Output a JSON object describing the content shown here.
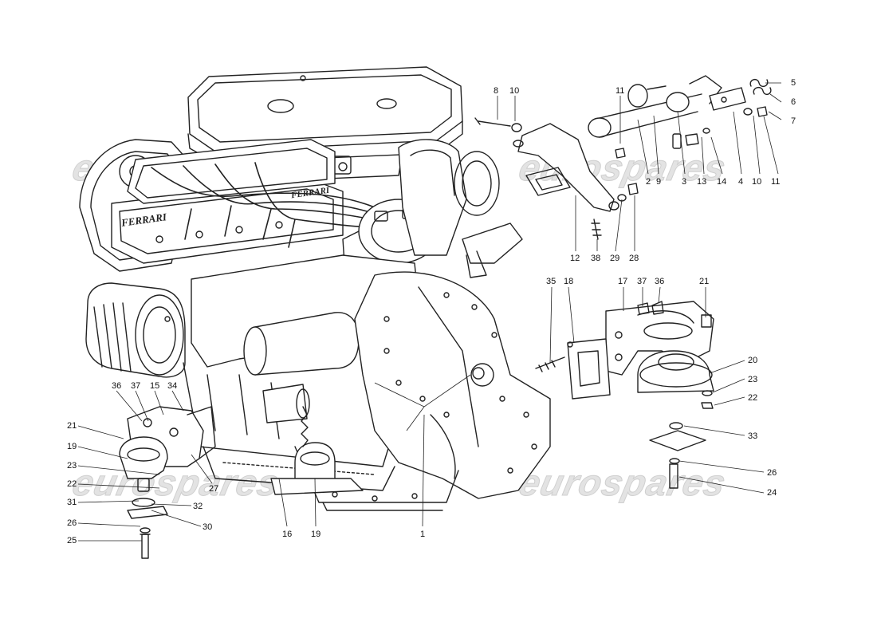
{
  "watermark": "eurospares",
  "engine_brand": "FERRARI",
  "callouts": [
    "1",
    "2",
    "3",
    "4",
    "5",
    "6",
    "7",
    "8",
    "9",
    "10",
    "11",
    "12",
    "13",
    "14",
    "15",
    "16",
    "17",
    "18",
    "19",
    "20",
    "21",
    "22",
    "23",
    "24",
    "25",
    "26",
    "27",
    "28",
    "29",
    "30",
    "31",
    "32",
    "33",
    "34",
    "35",
    "36",
    "37",
    "38"
  ]
}
